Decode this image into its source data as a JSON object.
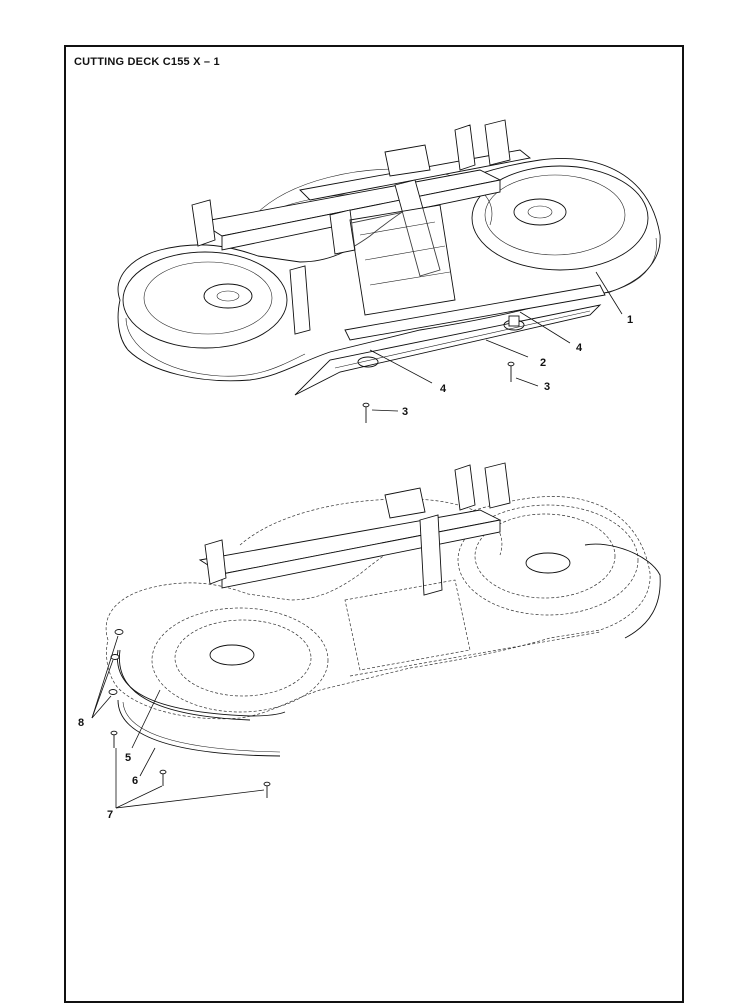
{
  "title": "CUTTING DECK C155 X – 1",
  "callouts": {
    "c1": "1",
    "c2": "2",
    "c3a": "3",
    "c3b": "3",
    "c4a": "4",
    "c4b": "4",
    "c5": "5",
    "c6": "6",
    "c7": "7",
    "c8": "8"
  }
}
